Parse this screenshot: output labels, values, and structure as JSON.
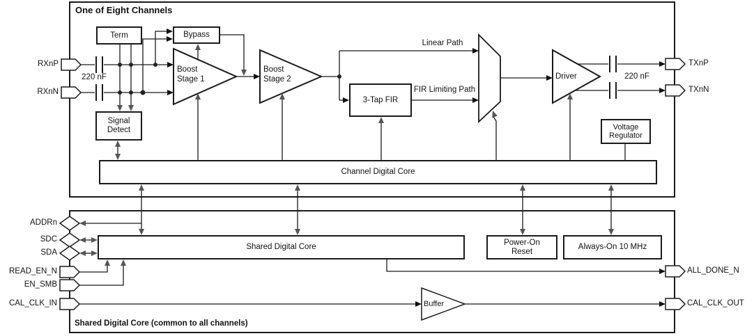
{
  "colors": {
    "line": "#1a1a1a",
    "arrow_gray": "#555555",
    "arrow_black": "#111111",
    "background": "#ffffff"
  },
  "channel_section": {
    "title": "One of Eight Channels",
    "blocks": {
      "term": "Term",
      "bypass": "Bypass",
      "boost_stage_1": "Boost\nStage 1",
      "boost_stage_2": "Boost\nStage 2",
      "fir": "3-Tap FIR",
      "driver": "Driver",
      "signal_detect": "Signal\nDetect",
      "voltage_regulator": "Voltage\nRegulator",
      "channel_digital_core": "Channel Digital Core"
    },
    "path_labels": {
      "linear": "Linear Path",
      "fir_limiting": "FIR Limiting Path"
    },
    "capacitors": {
      "input": "220 nF",
      "output": "220 nF"
    },
    "pins": {
      "rxnp": "RXnP",
      "rxnn": "RXnN",
      "txnp": "TXnP",
      "txnn": "TXnN"
    }
  },
  "shared_section": {
    "footer": "Shared Digital Core (common to all channels)",
    "blocks": {
      "shared_digital_core": "Shared Digital Core",
      "power_on_reset": "Power-On\nReset",
      "always_on": "Always-On 10 MHz",
      "buffer": "Buffer"
    },
    "pins": {
      "addrn": "ADDRn",
      "sdc": "SDC",
      "sda": "SDA",
      "read_en_n": "READ_EN_N",
      "en_smb": "EN_SMB",
      "cal_clk_in": "CAL_CLK_IN",
      "all_done_n": "ALL_DONE_N",
      "cal_clk_out": "CAL_CLK_OUT"
    }
  }
}
